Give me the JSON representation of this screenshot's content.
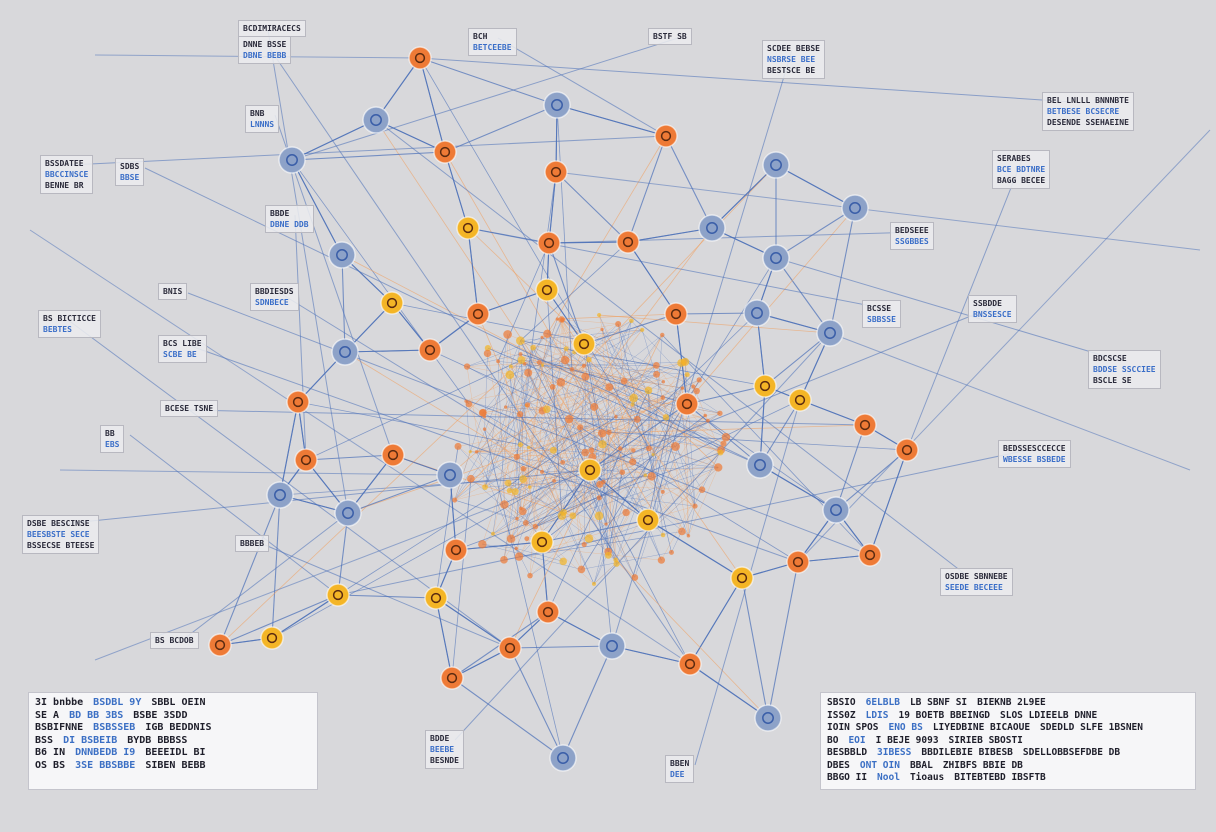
{
  "colors": {
    "background": "#d8d8db",
    "edge_blue": "#4a6fb8",
    "edge_orange": "#f0a060",
    "node_orange": "#ee7a36",
    "node_yellow": "#f4b526",
    "node_blue": "#8da2c8"
  },
  "labels": [
    {
      "lines": [
        "BCDIMIRACECS"
      ]
    },
    {
      "lines": [
        "DNNE BSSE",
        "DBNE BEBB"
      ]
    },
    {
      "lines": [
        "BCH",
        "BETCEEBE"
      ]
    },
    {
      "lines": [
        "BSTF SB"
      ]
    },
    {
      "lines": [
        "SCDEE BEBSE",
        "NSBRSE BEE",
        "BESTSCE BE"
      ]
    },
    {
      "lines": [
        "BEL LNLLL BNNNBTE",
        "BETBESE BCSECRE",
        "DESENDE SSEHAEINE"
      ]
    },
    {
      "lines": [
        "SERABES",
        "BCE BDTNRE",
        "BAGG BECEE"
      ]
    },
    {
      "lines": [
        "BNB",
        "LNNNS"
      ]
    },
    {
      "lines": [
        "BSSDATEE",
        "BBCCINSCE",
        "BENNE BR"
      ]
    },
    {
      "lines": [
        "SDBS",
        "BBSE"
      ]
    },
    {
      "lines": [
        "BBDE",
        "DBNE DDB"
      ]
    },
    {
      "lines": [
        "BEDSEEE",
        "SSGBBES"
      ]
    },
    {
      "lines": [
        "BNIS"
      ]
    },
    {
      "lines": [
        "BBDIESDS",
        "SDNBECE"
      ]
    },
    {
      "lines": [
        "BS BICTICCE",
        "BEBTES"
      ]
    },
    {
      "lines": [
        "BCSSE",
        "SBBSSE"
      ]
    },
    {
      "lines": [
        "SSBDDE",
        "BNSSESCE"
      ]
    },
    {
      "lines": [
        "BCS LIBE",
        "SCBE BE"
      ]
    },
    {
      "lines": [
        "BDCSCSE",
        "BDDSE SSCCIEE",
        "BSCLE SE"
      ]
    },
    {
      "lines": [
        "BCESE TSNE"
      ]
    },
    {
      "lines": [
        "BB",
        "EBS"
      ]
    },
    {
      "lines": [
        "BEDSSESCCECCE",
        "WBESSE BSBEDE"
      ]
    },
    {
      "lines": [
        "DSBE BESCINSE",
        "BEESBSTE SECE",
        "BSSECSE BTEESE"
      ]
    },
    {
      "lines": [
        "BBBEB"
      ]
    },
    {
      "lines": [
        "OSDBE SBNNEBE",
        "SEEDE BECEEE"
      ]
    },
    {
      "lines": [
        "BS BCDOB"
      ]
    },
    {
      "lines": [
        "BDDE",
        "BEEBE",
        "BESNDE"
      ]
    },
    {
      "lines": [
        "BBEN",
        "DEE"
      ]
    }
  ],
  "table_left": {
    "rows": [
      [
        "3I bnbbe",
        "BSDBL 9Y",
        "SBBL OEIN"
      ],
      [
        "SE A",
        "BD BB 3BS",
        "BSBE 3SDD"
      ],
      [
        "BSBIFNNE",
        "BSBSSEB",
        "IGB BEDDNIS"
      ],
      [
        "BSS",
        "DI BSBEIB",
        "BYDB BBBSS"
      ],
      [
        "B6 IN",
        "DNNBEDB I9",
        "BEEEIDL BI"
      ],
      [
        "OS BS",
        "3SE BBSBBE",
        "SIBEN BEBB"
      ]
    ]
  },
  "table_right": {
    "rows": [
      [
        "SBSIO",
        "6ELBLB",
        "LB SBNF SI",
        "BIEKNB 2L9EE"
      ],
      [
        "ISS0Z",
        "LDIS",
        "19 BOETB BBEINGD",
        "SLOS LDIEELB DNNE"
      ],
      [
        "IOIN SPOS",
        "ENO BS",
        "LIYEDBINE BICAOUE",
        "SDEDLD SLFE 1BSNEN"
      ],
      [
        "BO",
        "EOI",
        "I BEJE 9093",
        "SIRIEB SBOSTI"
      ],
      [
        "BESBBLD",
        "3IBESS",
        "BBDILEBIE BIBESB",
        "SDELLOBBSEFDBE DB"
      ],
      [
        "DBES",
        "ONT OIN",
        "BBAL",
        "ZHIBFS BBIE DB"
      ],
      [
        "BBGO II",
        "Nool",
        "Tioaus",
        "BITEBTEBD IBSFTB"
      ]
    ]
  }
}
